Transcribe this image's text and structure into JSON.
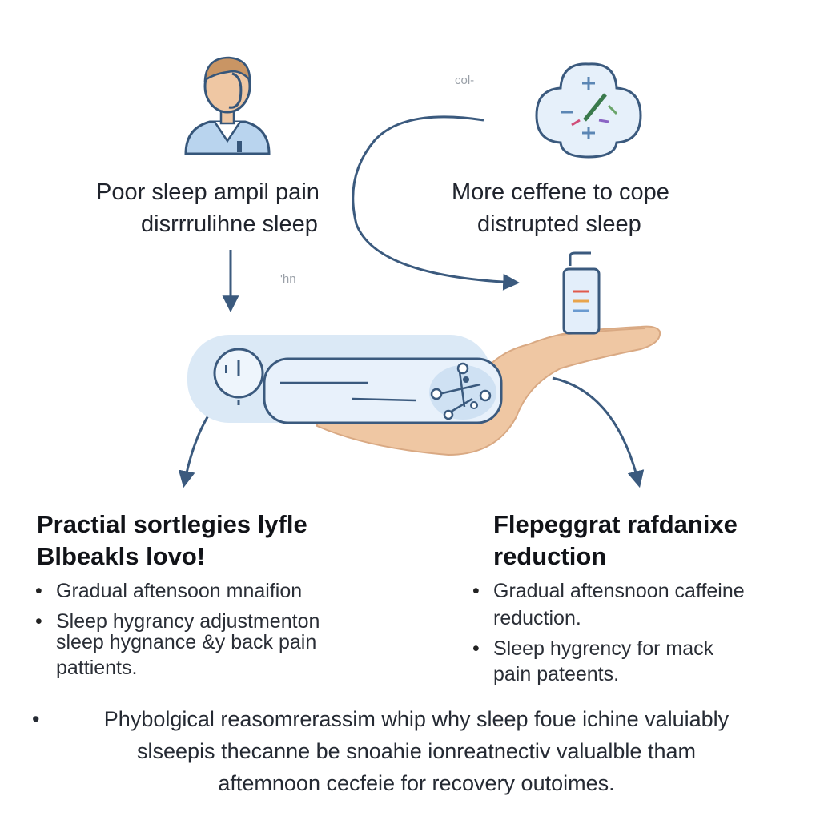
{
  "top_left": {
    "caption_line1": "Poor sleep ampil pain",
    "caption_line2": "disrrrulihne sleep"
  },
  "top_right": {
    "caption_line1": "More ceffene to cope",
    "caption_line2": "distrupted sleep"
  },
  "small_labels": {
    "upper": "col-",
    "middle": "'hn"
  },
  "left_panel": {
    "heading_line1": "Practial sortlegies lyfle",
    "heading_line2": "Blbeakls lovo!",
    "bullets": [
      "Gradual aftensoon mnaifion",
      "Sleep hygrancy adjustmenton",
      "sleep hygnance &y back pain",
      "pattients."
    ]
  },
  "right_panel": {
    "heading_line1": "Flepeggrat rafdanixe",
    "heading_line2": "reduction",
    "bullets": [
      "Gradual aftensnoon caffeine",
      "reduction.",
      "Sleep hygrency for mack",
      "pain pateents."
    ]
  },
  "footer": {
    "line1": "Phybolgical reasomrerassim whip why sleep foue ichine valuiably",
    "line2": "slseepis thecanne be snoahie ionreatnectiv valualble tham",
    "line3": "aftemnoon cecfeie for recovery outoimes."
  },
  "colors": {
    "arrow": "#3b5a7e",
    "skin": "#efc7a3",
    "light_blue": "#dbe9f6",
    "outline_blue": "#4a6d92"
  }
}
